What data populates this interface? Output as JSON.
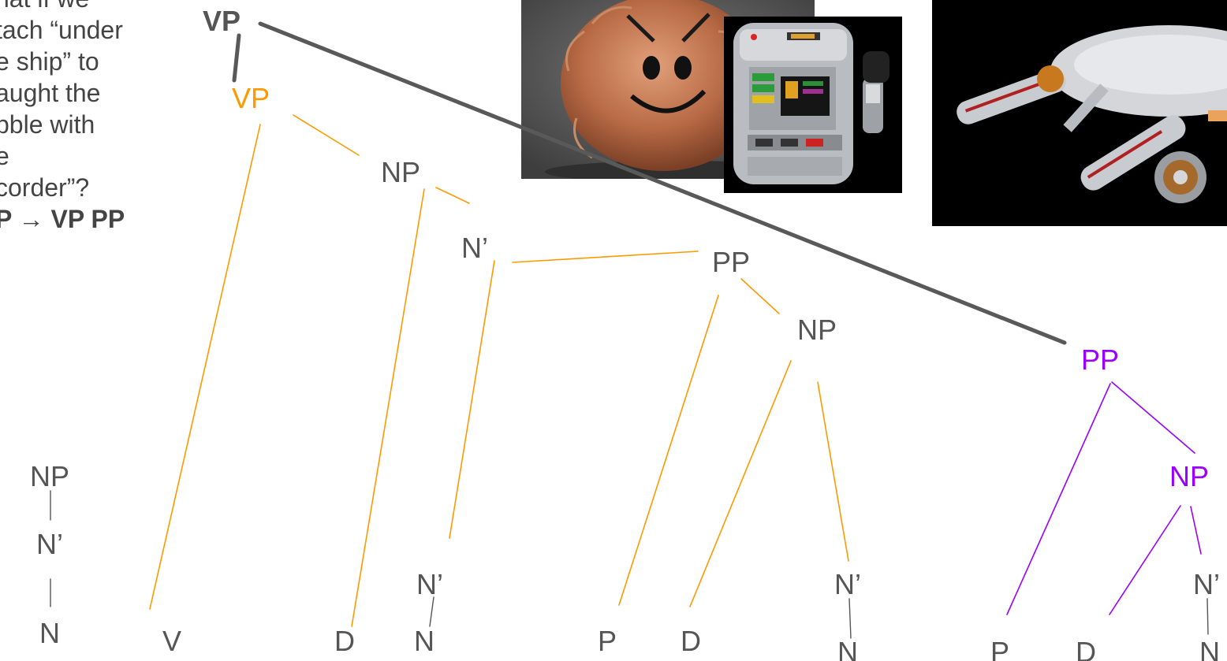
{
  "question": {
    "lines": [
      "hat if we",
      "tach “under",
      "e ship” to",
      "aught the",
      "bble with",
      "e",
      "corder”?"
    ],
    "rule": "P → VP PP"
  },
  "colors": {
    "text_gray": "#555555",
    "attached_vp": "#ff9900",
    "attached_pp": "#9900ff",
    "new_branch": "#595959"
  },
  "images": [
    {
      "name": "tribble-photo",
      "subject": "furry tribble with drawn angry face"
    },
    {
      "name": "tricorder-photo",
      "subject": "medical tricorder device"
    },
    {
      "name": "enterprise-photo",
      "subject": "starship Enterprise NCC-1701 model"
    }
  ],
  "tree": {
    "labels": {
      "top_vp": "VP",
      "inner_vp": "VP",
      "np_main": "NP",
      "nbar_main": "N’",
      "pp_with": "PP",
      "np_with": "NP",
      "pp_under": "PP",
      "np_under": "NP",
      "left_np": "NP",
      "left_nbar": "N’",
      "left_n": "N",
      "leaf_v": "V",
      "leaf_d1": "D",
      "nbar_1": "N’",
      "leaf_n1": "N",
      "leaf_p1": "P",
      "leaf_d2": "D",
      "nbar_2": "N’",
      "leaf_n2": "N",
      "leaf_p2": "P",
      "leaf_d3": "D",
      "nbar_3": "N’",
      "leaf_n3": "N"
    }
  }
}
